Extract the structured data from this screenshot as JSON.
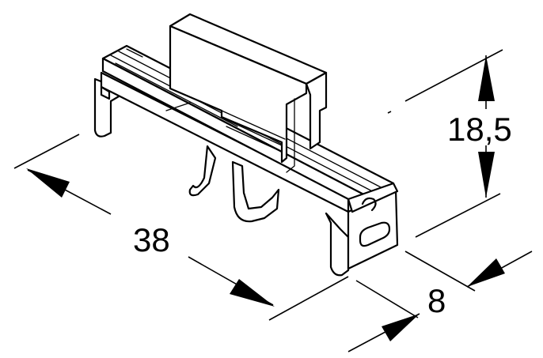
{
  "dimensions": {
    "length": "38",
    "height": "18,5",
    "width": "8"
  }
}
